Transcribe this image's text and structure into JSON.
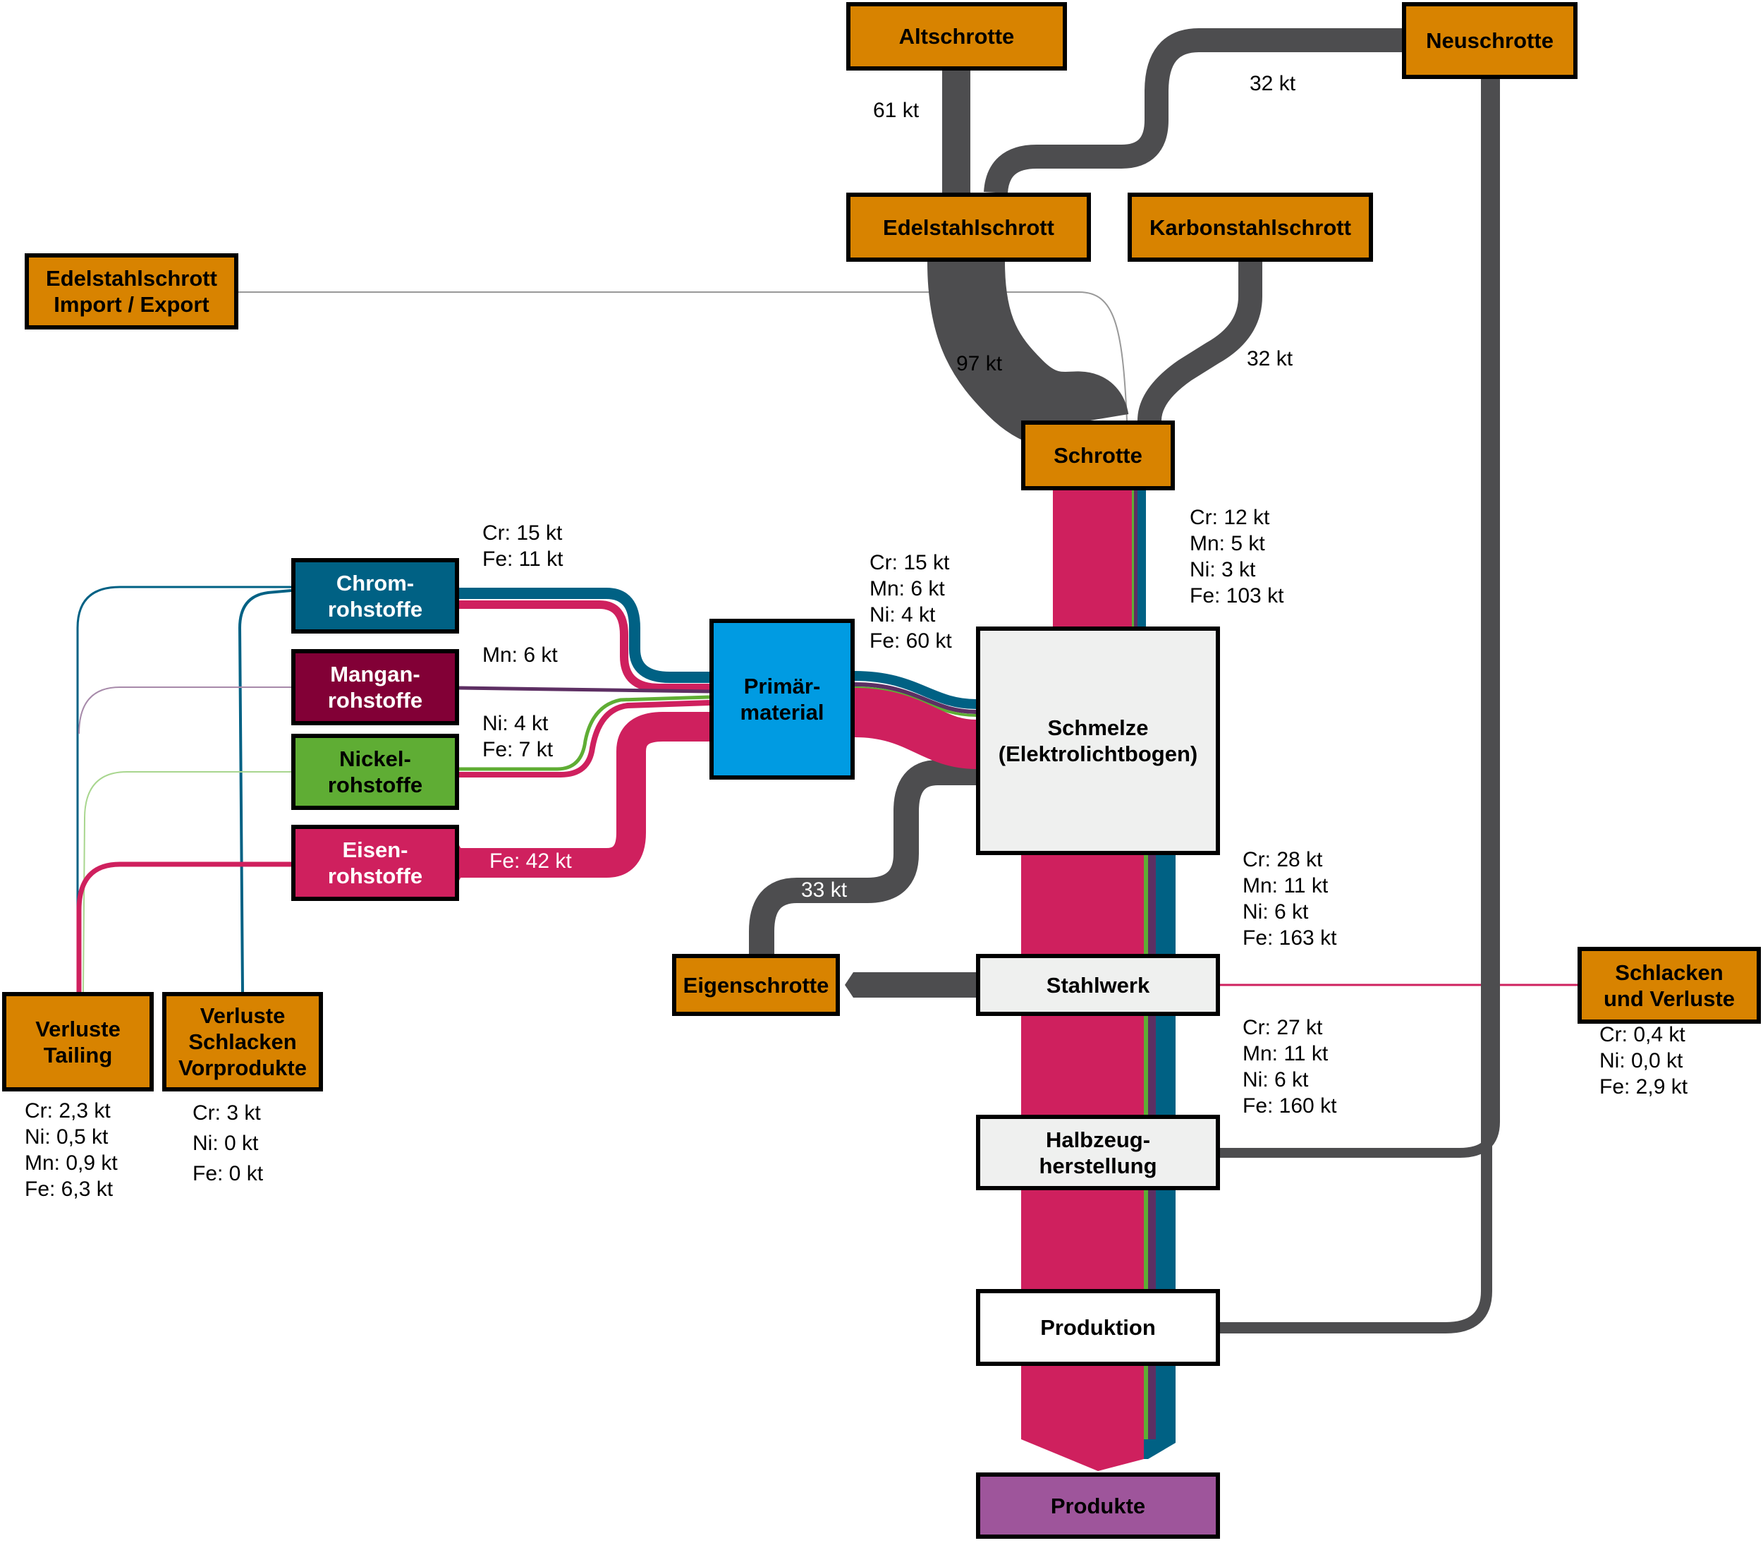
{
  "colors": {
    "scrap_flow": "#4d4d4f",
    "cr": "#006184",
    "mn": "#5d2f63",
    "ni": "#5fad34",
    "fe": "#cf205e",
    "scrap_node": "#d88300",
    "process_node": "#eff0ef",
    "primaer_node": "#009be2",
    "produkte_node": "#9e559b",
    "mangan_node": "#820036"
  },
  "nodes": {
    "altschrotte": "Altschrotte",
    "neuschrotte": "Neuschrotte",
    "edelstahlschrott": "Edelstahlschrott",
    "karbonstahlschrott": "Karbonstahlschrott",
    "import_export": "Edelstahlschrott\nImport / Export",
    "schrotte": "Schrotte",
    "chromrohstoffe": "Chrom-\nrohstoffe",
    "manganrohstoffe": "Mangan-\nrohstoffe",
    "nickelrohstoffe": "Nickel-\nrohstoffe",
    "eisenrohstoffe": "Eisen-\nrohstoffe",
    "primaermaterial": "Primär-\nmaterial",
    "schmelze": "Schmelze\n(Elektrolichtbogen)",
    "eigenschrotte": "Eigenschrotte",
    "stahlwerk": "Stahlwerk",
    "halbzeug": "Halbzeug-\nherstellung",
    "produktion": "Produktion",
    "produkte": "Produkte",
    "schlacken_verluste": "Schlacken\nund Verluste",
    "verluste_tailing": "Verluste\nTailing",
    "verluste_schlacken_vorprodukte": "Verluste\nSchlacken\nVorprodukte"
  },
  "flow_labels": {
    "altschrotte_to_edelstahl": "61 kt",
    "neuschrotte_to_edelstahl": "32 kt",
    "edelstahl_to_schrotte": "97 kt",
    "karbon_to_schrotte": "32 kt",
    "eigenschrotte_to_schmelze": "33 kt",
    "chrom_to_primaer": [
      "Cr: 15 kt",
      "Fe: 11 kt"
    ],
    "mangan_to_primaer": [
      "Mn: 6 kt"
    ],
    "nickel_to_primaer": [
      "Ni: 4 kt",
      "Fe: 7 kt"
    ],
    "eisen_to_primaer": [
      "Fe: 42 kt"
    ],
    "primaer_to_schmelze": [
      "Cr: 15 kt",
      "Mn: 6 kt",
      "Ni: 4 kt",
      "Fe: 60 kt"
    ],
    "schrotte_to_schmelze": [
      "Cr: 12 kt",
      "Mn: 5 kt",
      "Ni: 3 kt",
      "Fe: 103 kt"
    ],
    "schmelze_to_stahlwerk": [
      "Cr: 28 kt",
      "Mn: 11 kt",
      "Ni: 6 kt",
      "Fe: 163 kt"
    ],
    "stahlwerk_to_halbzeug": [
      "Cr: 27 kt",
      "Mn: 11 kt",
      "Ni: 6 kt",
      "Fe: 160 kt"
    ],
    "schlacken_verluste": [
      "Cr: 0,4 kt",
      "Ni: 0,0 kt",
      "Fe: 2,9 kt"
    ],
    "verluste_tailing": [
      "Cr: 2,3 kt",
      "Ni: 0,5 kt",
      "Mn: 0,9 kt",
      "Fe: 6,3 kt"
    ],
    "verluste_schlacken_vorprodukte": [
      "Cr: 3 kt",
      "Ni: 0 kt",
      "Fe: 0 kt"
    ]
  }
}
